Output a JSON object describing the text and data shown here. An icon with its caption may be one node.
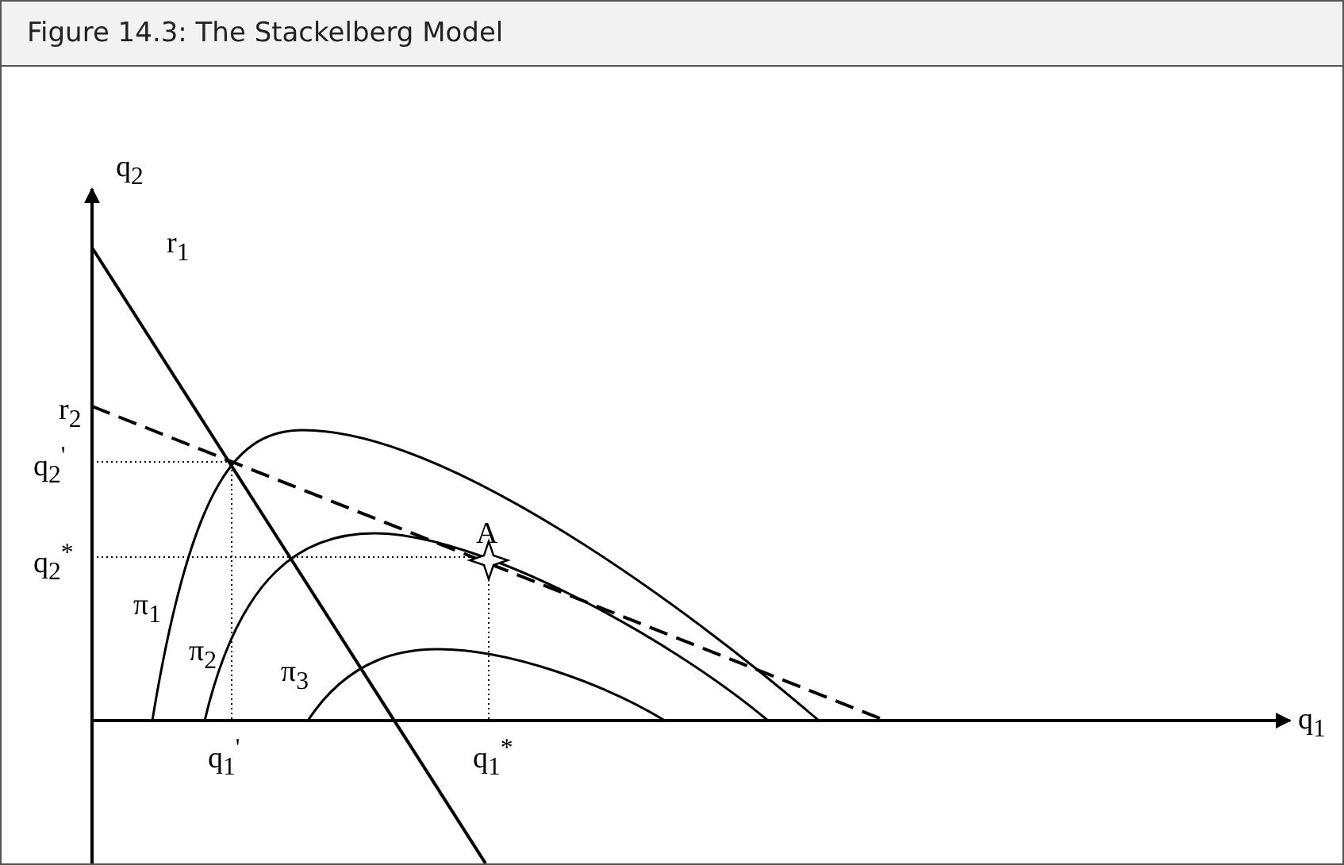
{
  "diagram": {
    "title": "Figure 14.3: The Stackelberg Model",
    "labels": [
      "q$_{2}$",
      "r$_{1}$",
      "r$_{2}$",
      "q$_{2}$$^{'}$",
      "A",
      "q$_{2}$$^{*}$",
      "π$_{1}$",
      "π$_{2}$",
      "π$_{3}$",
      "q$_{1}$",
      "q$_{1}$$^{'}$",
      "q$_{1}$$^{*}$"
    ]
  }
}
